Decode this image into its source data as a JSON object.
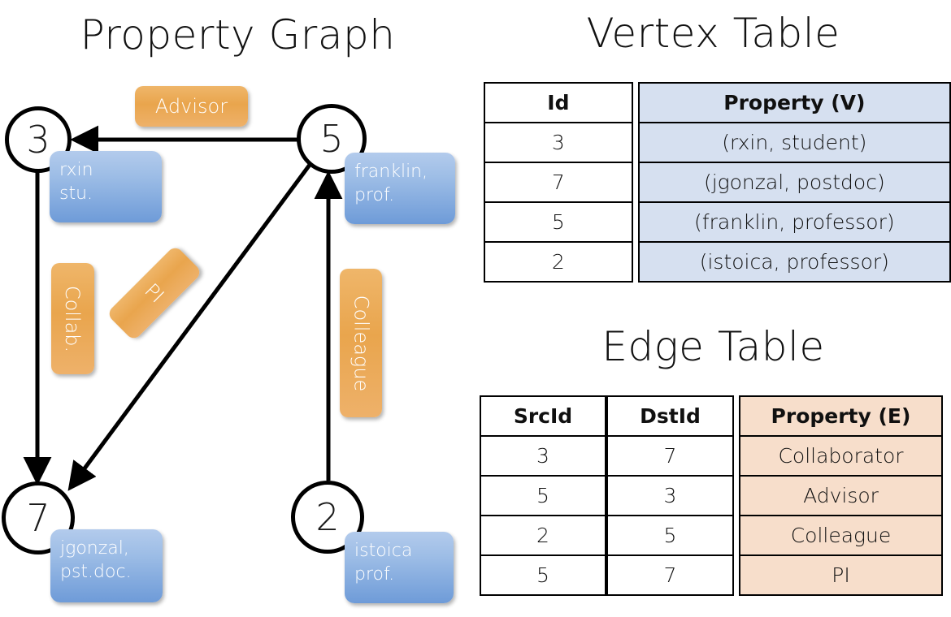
{
  "titles": {
    "property_graph": "Property Graph",
    "vertex_table": "Vertex Table",
    "edge_table": "Edge Table"
  },
  "colors": {
    "vertex_property_fill": "#d6e0f0",
    "edge_property_fill": "#f7decb",
    "node_property_box": "#9dbde6",
    "edge_label_box": "#e9a54d",
    "stroke": "#000000"
  },
  "graph": {
    "nodes": [
      {
        "id": "3",
        "label": "3",
        "property_lines": [
          "rxin",
          "stu."
        ]
      },
      {
        "id": "5",
        "label": "5",
        "property_lines": [
          "franklin,",
          "prof."
        ]
      },
      {
        "id": "7",
        "label": "7",
        "property_lines": [
          "jgonzal,",
          "pst.doc."
        ]
      },
      {
        "id": "2",
        "label": "2",
        "property_lines": [
          "istoica",
          "prof."
        ]
      }
    ],
    "edges": [
      {
        "src": "5",
        "dst": "3",
        "label": "Advisor"
      },
      {
        "src": "3",
        "dst": "7",
        "label": "Collab."
      },
      {
        "src": "5",
        "dst": "7",
        "label": "PI"
      },
      {
        "src": "2",
        "dst": "5",
        "label": "Colleague"
      }
    ]
  },
  "vertex_table": {
    "columns": [
      "Id",
      "Property (V)"
    ],
    "rows": [
      {
        "id": "3",
        "property": "(rxin, student)"
      },
      {
        "id": "7",
        "property": "(jgonzal, postdoc)"
      },
      {
        "id": "5",
        "property": "(franklin, professor)"
      },
      {
        "id": "2",
        "property": "(istoica, professor)"
      }
    ]
  },
  "edge_table": {
    "columns": [
      "SrcId",
      "DstId",
      "Property (E)"
    ],
    "rows": [
      {
        "src": "3",
        "dst": "7",
        "property": "Collaborator"
      },
      {
        "src": "5",
        "dst": "3",
        "property": "Advisor"
      },
      {
        "src": "2",
        "dst": "5",
        "property": "Colleague"
      },
      {
        "src": "5",
        "dst": "7",
        "property": "PI"
      }
    ]
  }
}
